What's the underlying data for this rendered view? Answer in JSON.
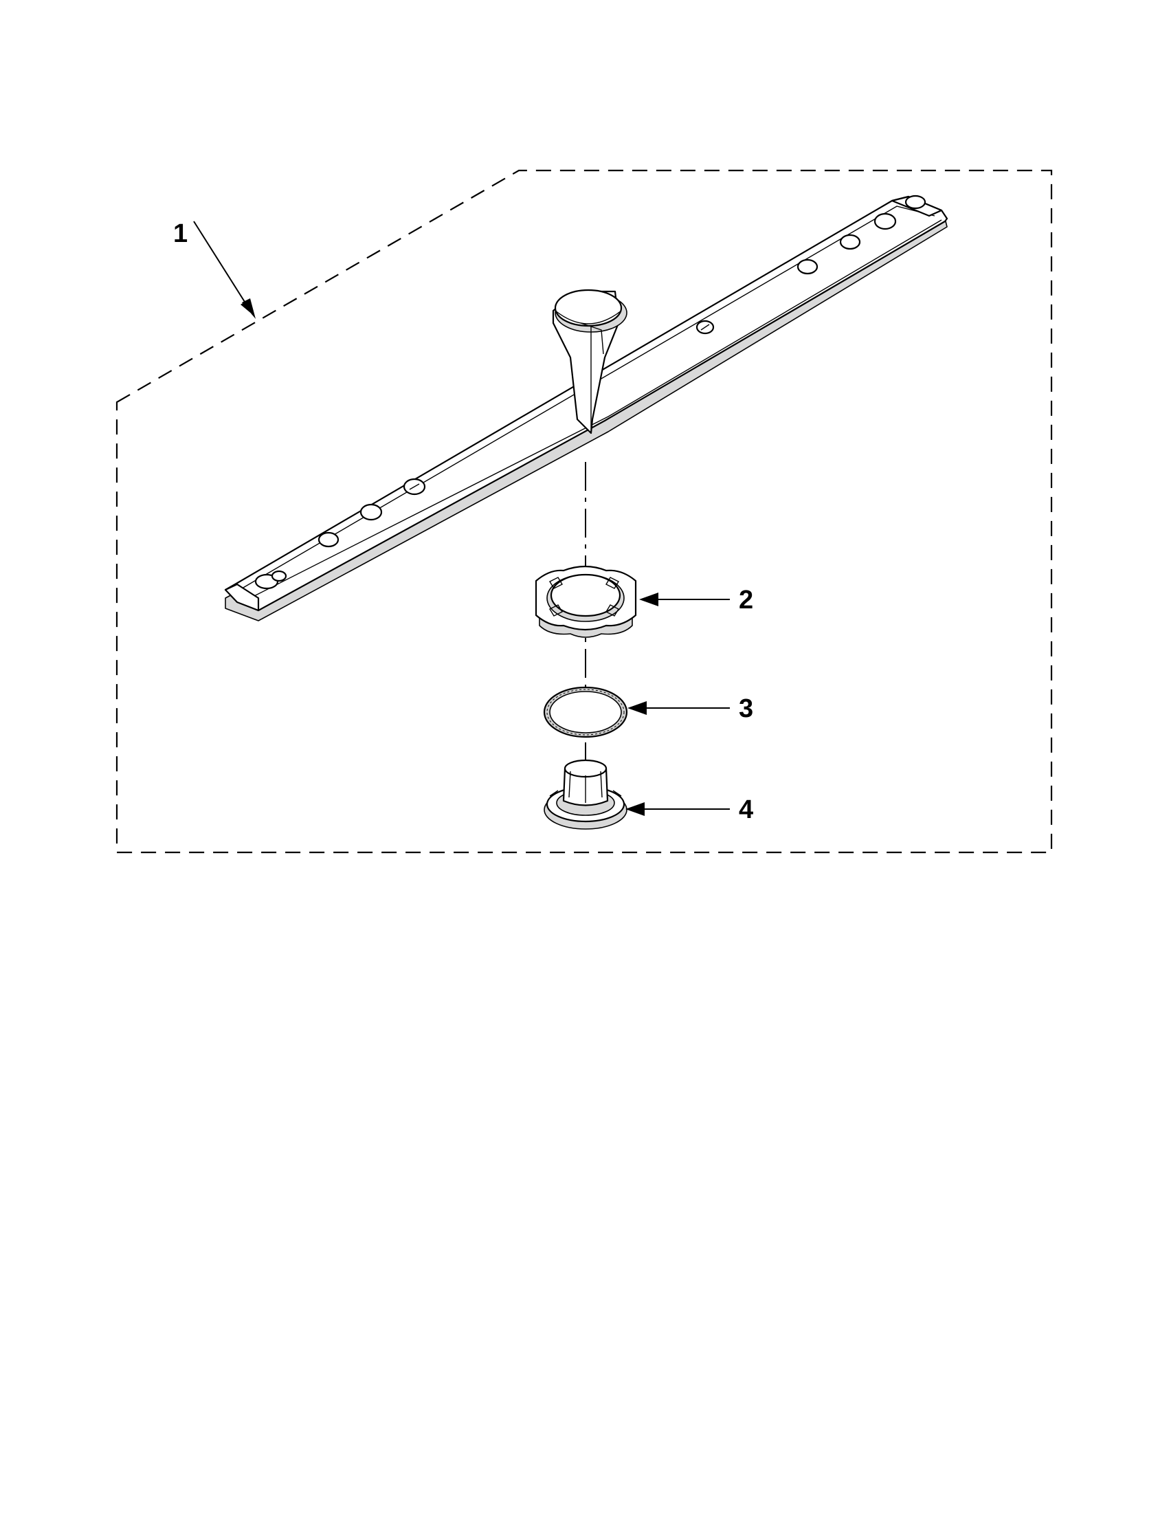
{
  "callouts": [
    {
      "id": "1",
      "label": "1",
      "part": "spray-arm"
    },
    {
      "id": "2",
      "label": "2",
      "part": "manifold-bearing"
    },
    {
      "id": "3",
      "label": "3",
      "part": "seal-ring"
    },
    {
      "id": "4",
      "label": "4",
      "part": "retainer-nut"
    }
  ],
  "colors": {
    "ink": "#000000",
    "paper": "#ffffff",
    "shade": "#d9d9d9"
  }
}
